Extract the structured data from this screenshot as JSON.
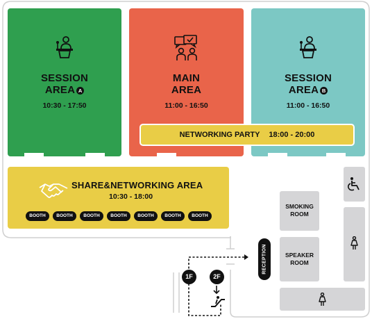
{
  "areas": {
    "session_a": {
      "line1": "SESSION",
      "line2": "AREA",
      "badge": "A",
      "time": "10:30 - 17:50",
      "color": "#2f9f4f"
    },
    "main": {
      "line1": "MAIN",
      "line2": "AREA",
      "time": "11:00 - 16:50",
      "color": "#e9644a"
    },
    "session_b": {
      "line1": "SESSION",
      "line2": "AREA",
      "badge": "B",
      "time": "11:00 - 16:50",
      "color": "#7cc8c4"
    }
  },
  "networking_party": {
    "label": "NETWORKING PARTY",
    "time": "18:00 - 20:00",
    "color": "#e9cd46"
  },
  "share_area": {
    "title": "SHARE&NETWORKING AREA",
    "time": "10:30 - 18:00",
    "color": "#e9cd46",
    "booths": [
      "BOOTH",
      "BOOTH",
      "BOOTH",
      "BOOTH",
      "BOOTH",
      "BOOTH",
      "BOOTH"
    ]
  },
  "rooms": {
    "smoking": {
      "line1": "SMOKING",
      "line2": "ROOM"
    },
    "speaker": {
      "line1": "SPEAKER",
      "line2": "ROOM"
    }
  },
  "reception": "RECEPTION",
  "floors": {
    "first": "1F",
    "second": "2F"
  },
  "icons": [
    "podium-speaker-icon",
    "meeting-discussion-icon",
    "handshake-icon",
    "wheelchair-icon",
    "female-restroom-icon",
    "escalator-icon"
  ]
}
